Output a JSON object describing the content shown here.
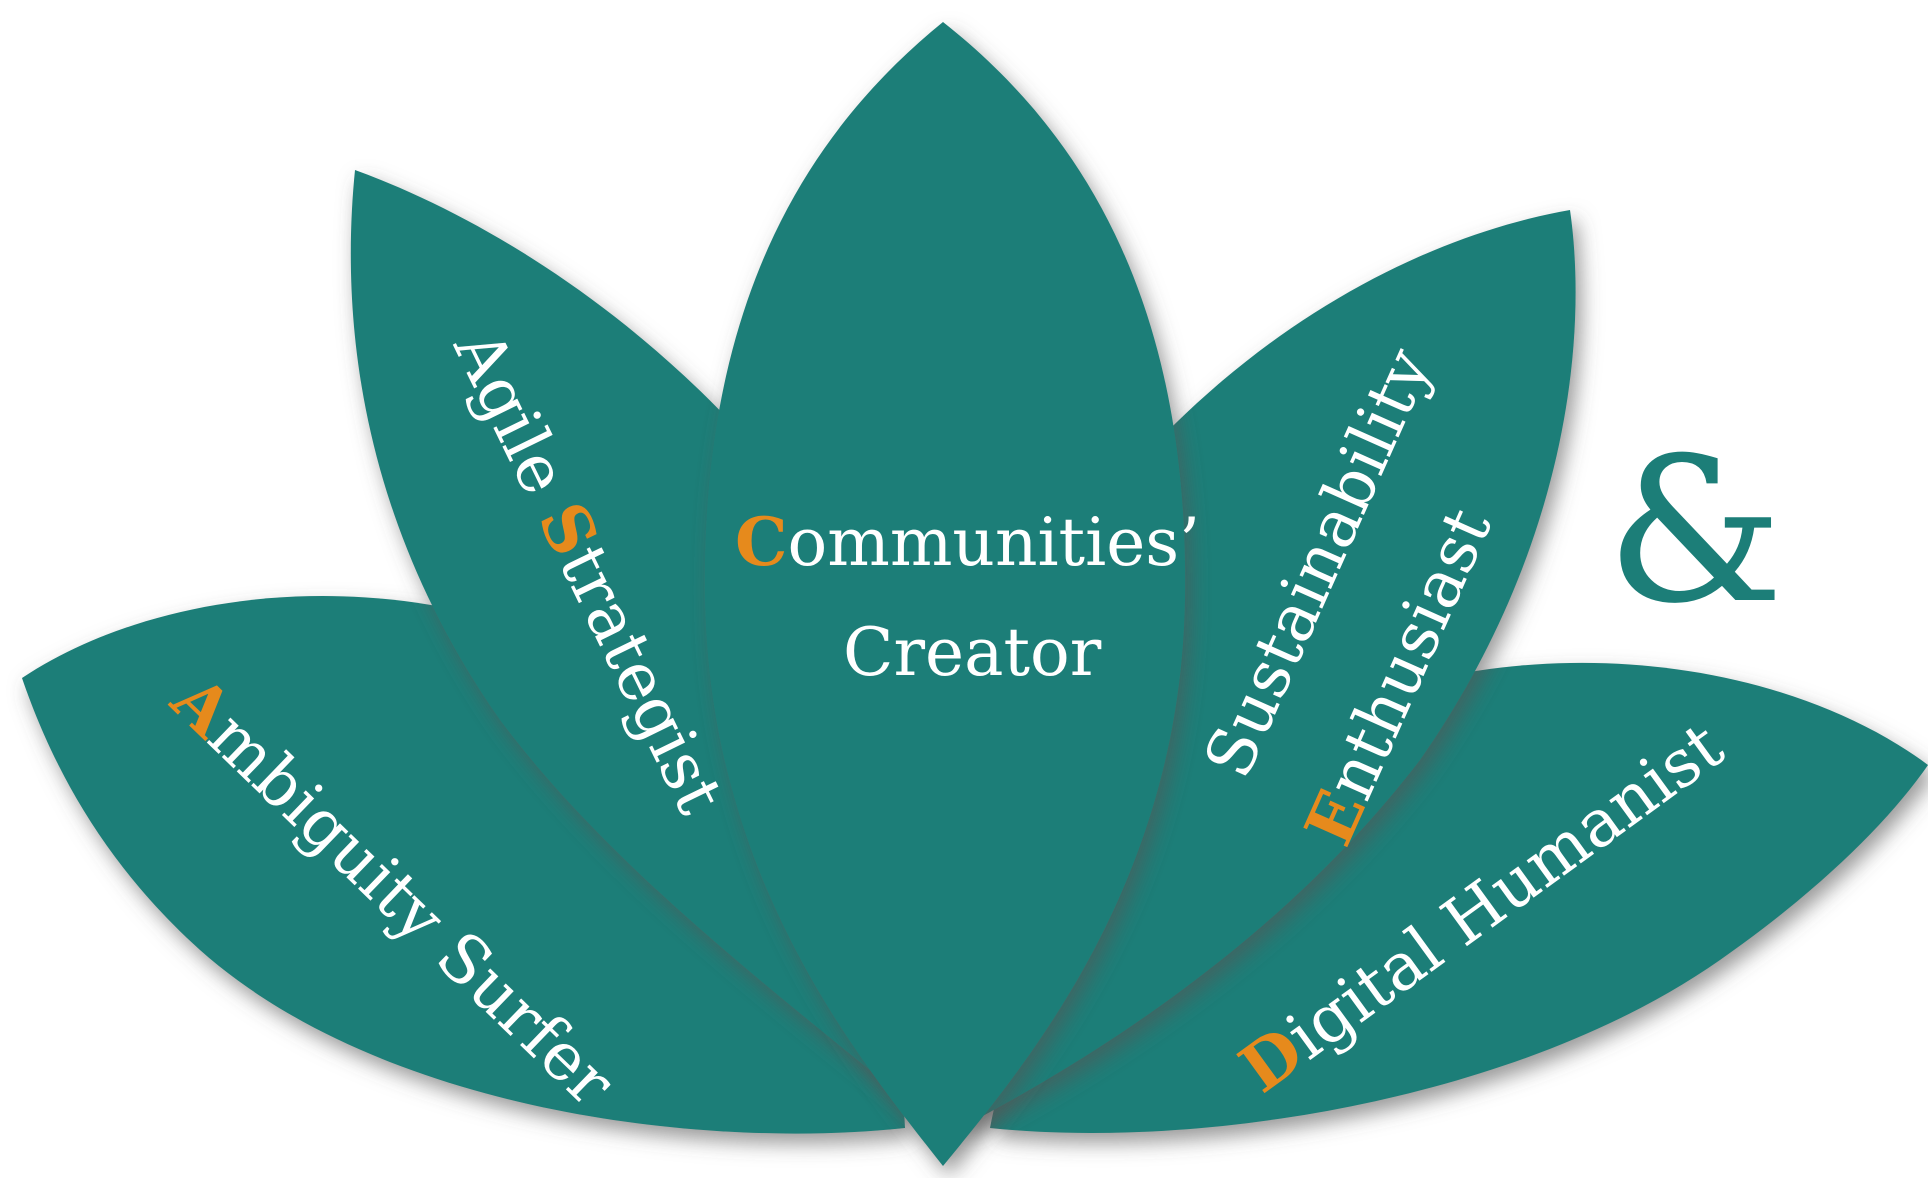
{
  "colors": {
    "petal": "#1c7e78",
    "petal_edge": "#14635e",
    "shadow": "#666666",
    "text": "#ffffff",
    "accent": "#e68a1c",
    "ampersand": "#1c7e78"
  },
  "petals": {
    "ambiguity": {
      "initial": "A",
      "rest": "mbiguity Surfer"
    },
    "agile": {
      "word": "Agile ",
      "initial": "S",
      "rest": "trategist"
    },
    "communities": {
      "initial": "C",
      "rest": "ommunities’",
      "line2": "Creator"
    },
    "sustainability": {
      "line1": "Sustainability",
      "initial": "E",
      "rest": "nthusiast"
    },
    "digital": {
      "initial": "D",
      "rest": "igital Humanist"
    }
  },
  "ampersand": "&"
}
